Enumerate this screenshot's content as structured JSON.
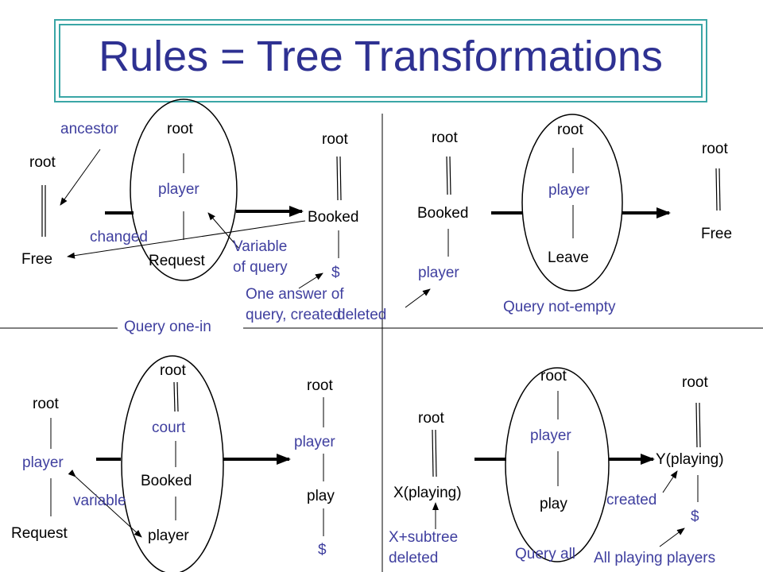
{
  "title": "Rules = Tree Transformations",
  "colors": {
    "title": "#2e3192",
    "node_black": "#000000",
    "label_blue": "#3f3f9f",
    "frame": "#3aa6a6"
  },
  "labels": {
    "q1": {
      "ancestor": "ancestor",
      "lhs_root": "root",
      "lhs_free": "Free",
      "changed": "changed",
      "pat_root": "root",
      "pat_player": "player",
      "pat_request": "Request",
      "rhs_root": "root",
      "rhs_booked": "Booked",
      "rhs_dollar": "$",
      "variable_of_query": "Variable\nof query",
      "one_answer": "One answer of\nquery, created",
      "query_type": "Query one-in"
    },
    "q2": {
      "lhs_root": "root",
      "lhs_booked": "Booked",
      "lhs_player": "player",
      "deleted": "deleted",
      "pat_root": "root",
      "pat_player": "player",
      "pat_leave": "Leave",
      "rhs_root": "root",
      "rhs_free": "Free",
      "query_type": "Query not-empty"
    },
    "q3": {
      "lhs_root": "root",
      "lhs_player": "player",
      "lhs_request": "Request",
      "variable": "variable",
      "pat_root": "root",
      "pat_court": "court",
      "pat_booked": "Booked",
      "pat_player": "player",
      "rhs_root": "root",
      "rhs_player": "player",
      "rhs_play": "play",
      "rhs_dollar": "$"
    },
    "q4": {
      "lhs_root": "root",
      "lhs_x": "X(playing)",
      "x_subtree_deleted": "X+subtree\ndeleted",
      "pat_root": "root",
      "pat_player": "player",
      "pat_play": "play",
      "query_type": "Query all",
      "rhs_root": "root",
      "rhs_y": "Y(playing)",
      "created": "created",
      "rhs_dollar": "$",
      "all_playing": "All playing players"
    }
  }
}
